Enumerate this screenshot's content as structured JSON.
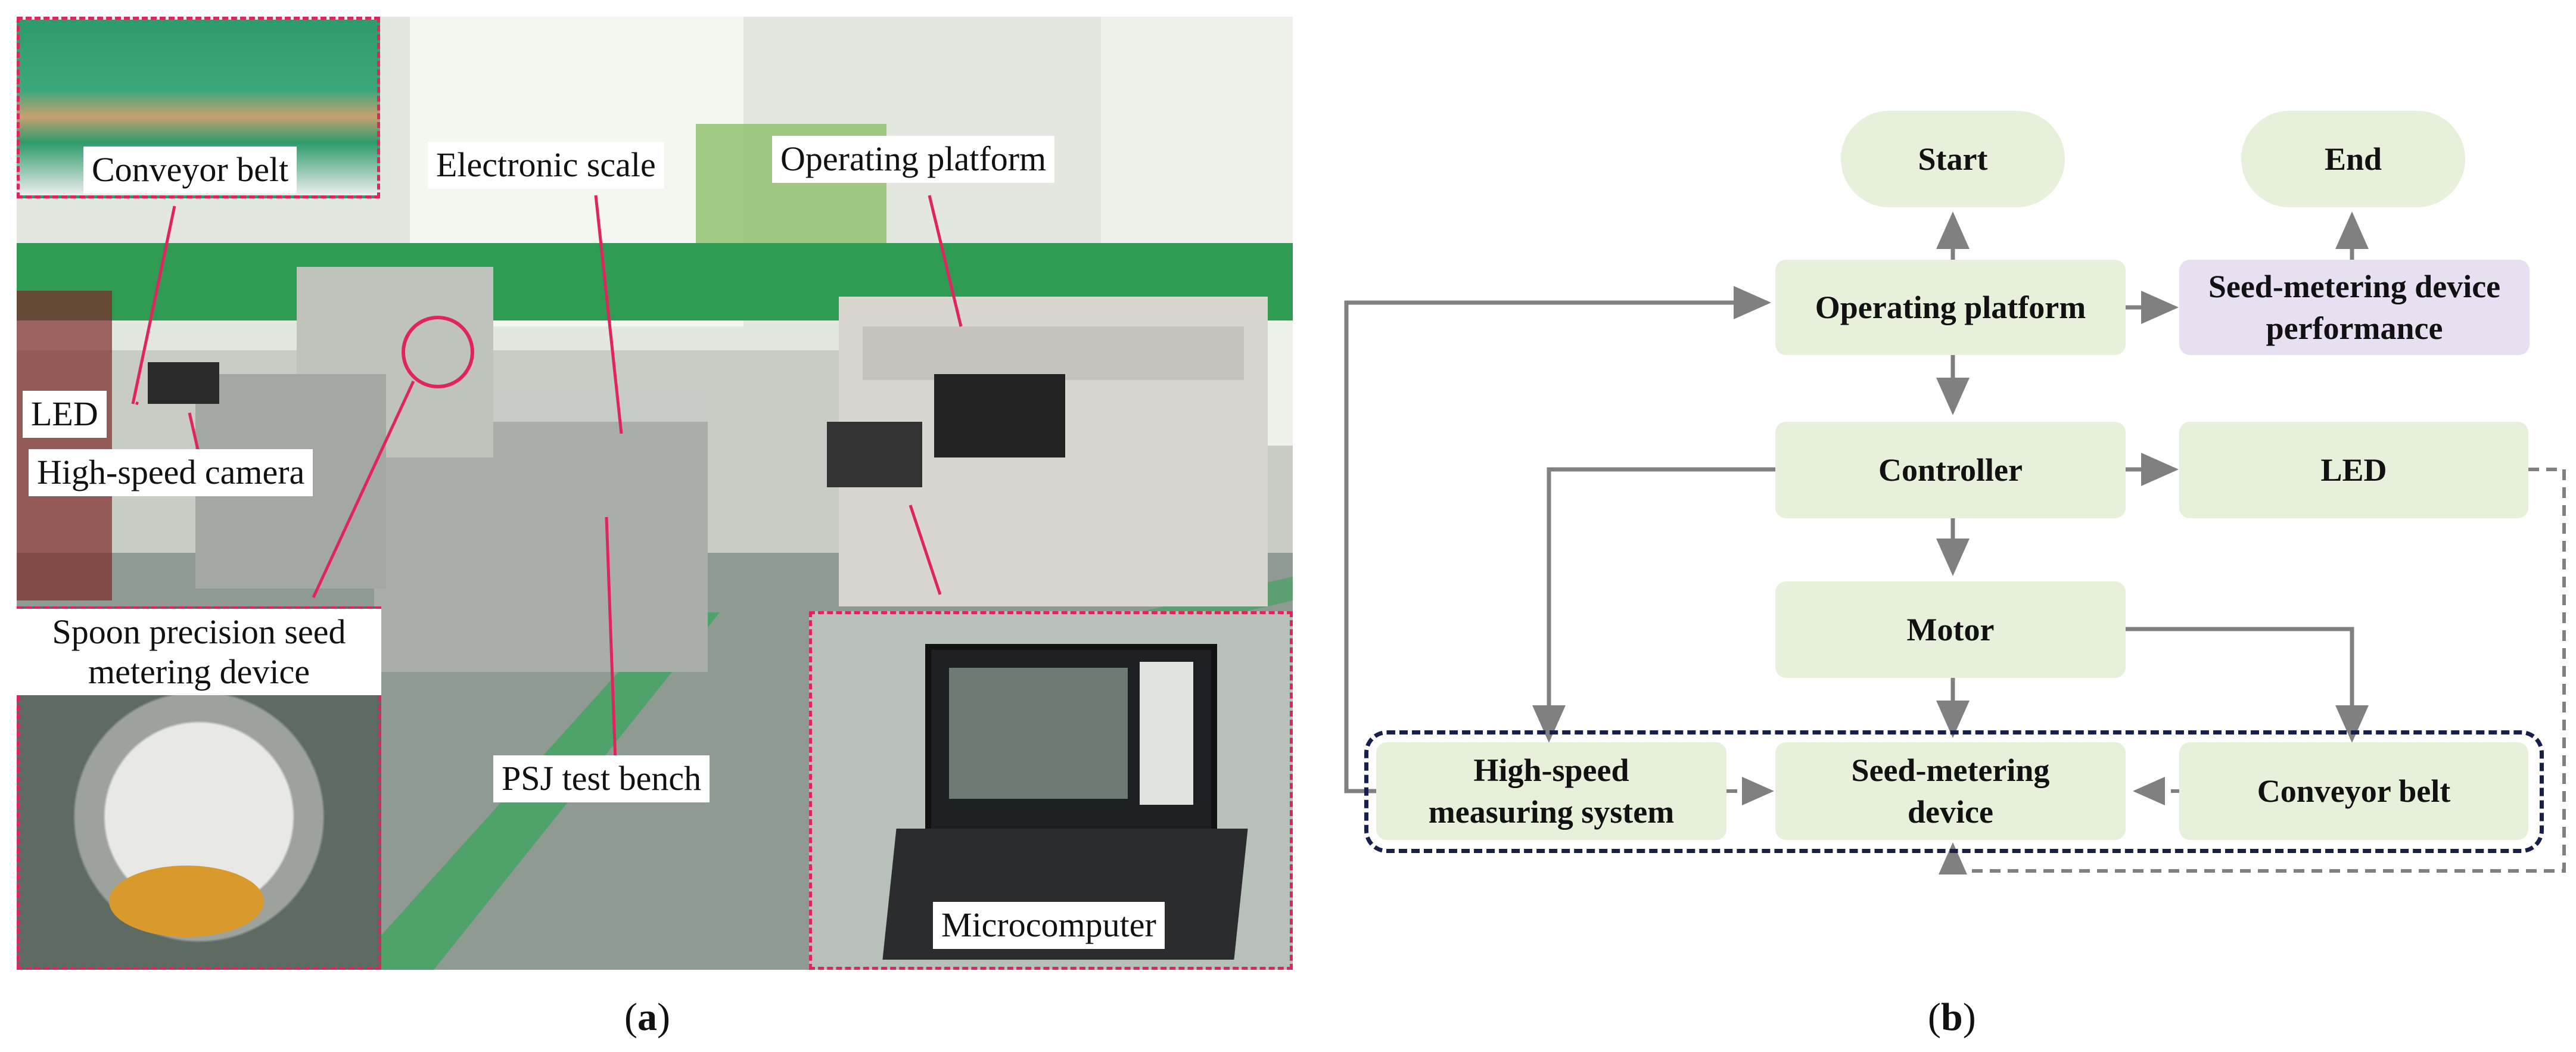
{
  "panel_a": {
    "letter": "a",
    "labels": {
      "conveyor_belt": "Conveyor belt",
      "electronic_scale": "Electronic scale",
      "operating_platform": "Operating platform",
      "led": "LED",
      "high_speed_camera": "High-speed camera",
      "spoon_device": "Spoon precision seed metering device",
      "psj_test_bench": "PSJ test bench",
      "microcomputer": "Microcomputer"
    }
  },
  "panel_b": {
    "letter": "b",
    "nodes": {
      "start": "Start",
      "end": "End",
      "operating_platform": "Operating platform",
      "performance": "Seed-metering device performance",
      "controller": "Controller",
      "led": "LED",
      "motor": "Motor",
      "measuring_system": "High-speed measuring system",
      "seed_metering_device": "Seed-metering device",
      "conveyor_belt": "Conveyor belt"
    }
  },
  "colors": {
    "callout_line": "#e0245e",
    "node_fill": "#e6f0da",
    "performance_fill": "#e8e0f0",
    "arrow": "#808080",
    "group_border": "#16204a"
  }
}
